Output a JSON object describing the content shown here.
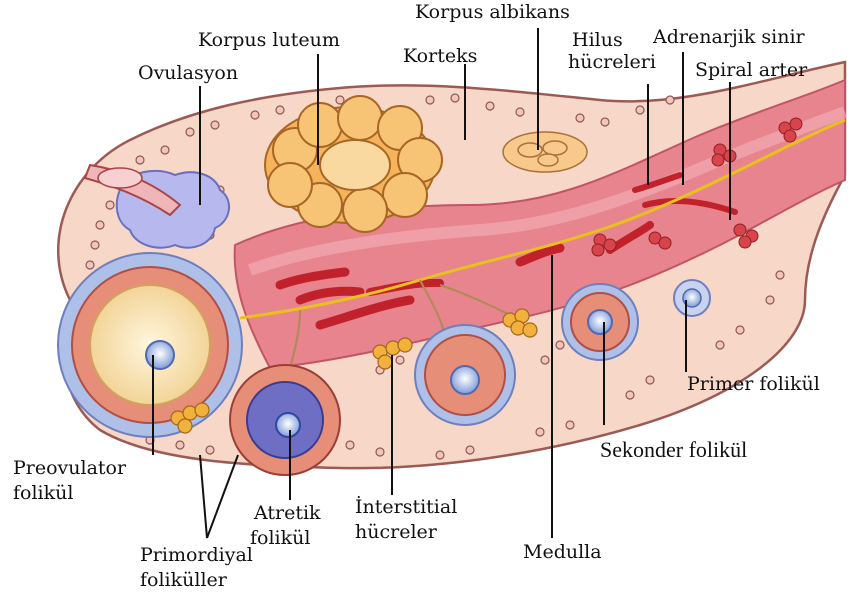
{
  "labels": {
    "korpus_albikans": "Korpus albikans",
    "korpus_luteum": "Korpus luteum",
    "hilus_line1": "Hilus",
    "hilus_line2": "hücreleri",
    "adrenarjik": "Adrenarjik sinir",
    "korteks": "Korteks",
    "spiral_arter": "Spiral arter",
    "ovulasyon": "Ovulasyon",
    "primer_folikul": "Primer folikül",
    "sekonder_folikul": "Sekonder folikül",
    "preovulator_line1": "Preovulator",
    "preovulator_line2": "folikül",
    "atretik_line1": "Atretik",
    "atretik_line2": "folikül",
    "interstitial_line1": "İnterstitial",
    "interstitial_line2": "hücreler",
    "medulla": "Medulla",
    "primordiyal_line1": "Primordiyal",
    "primordiyal_line2": "foliküller"
  },
  "colors": {
    "stroma": "#f7d8c8",
    "outline": "#9c5a55",
    "medulla": "#e7848e",
    "vessel": "#c0212a",
    "nerve": "#e9c11d",
    "luteum": "#f5b35a",
    "follicle_blue": "#8ea6e0",
    "granulosa": "#e47d6c"
  }
}
